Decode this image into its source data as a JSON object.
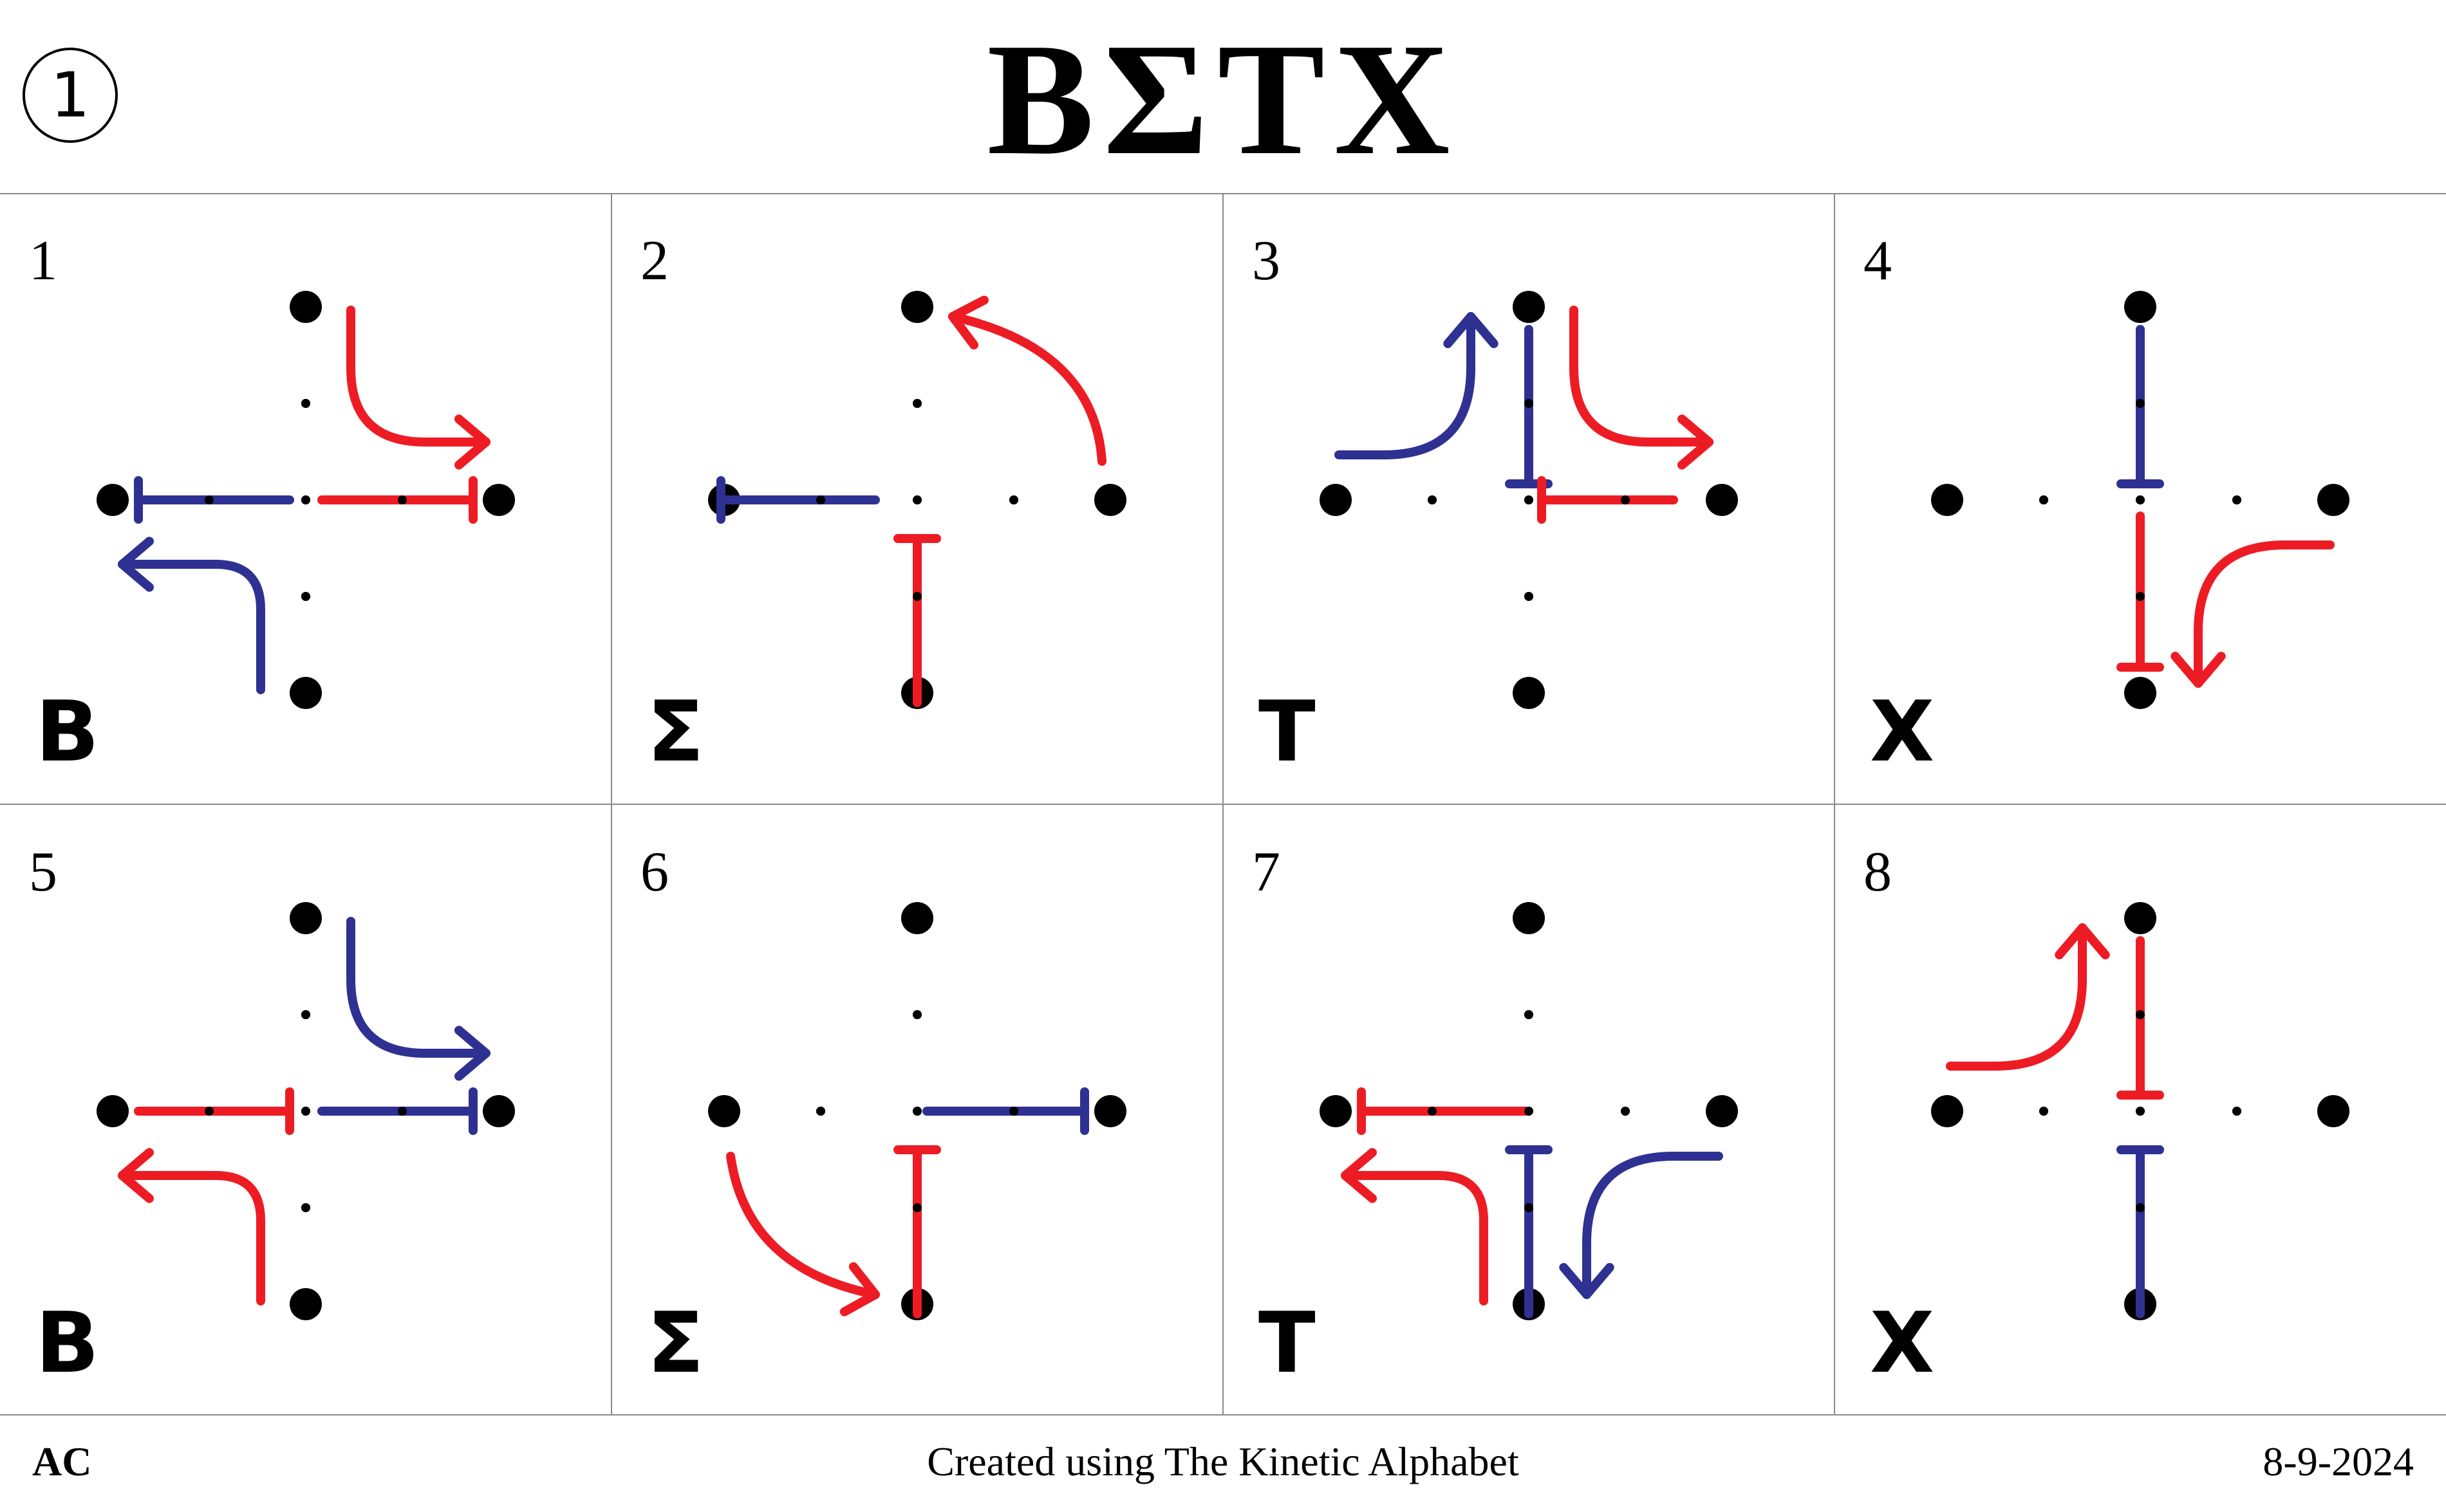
{
  "header": {
    "page_number": "1",
    "title": "ΒΣΤΧ"
  },
  "colors": {
    "red": "#ed1c24",
    "blue": "#2e3192",
    "dot": "#000000",
    "grid_line": "#8a8a8a"
  },
  "cells": [
    {
      "number": "1",
      "letter": "B"
    },
    {
      "number": "2",
      "letter": "Σ"
    },
    {
      "number": "3",
      "letter": "T"
    },
    {
      "number": "4",
      "letter": "X"
    },
    {
      "number": "5",
      "letter": "B"
    },
    {
      "number": "6",
      "letter": "Σ"
    },
    {
      "number": "7",
      "letter": "T"
    },
    {
      "number": "8",
      "letter": "X"
    }
  ],
  "footer": {
    "left": "AC",
    "center": "Created using The Kinetic Alphabet",
    "right": "8-9-2024"
  }
}
